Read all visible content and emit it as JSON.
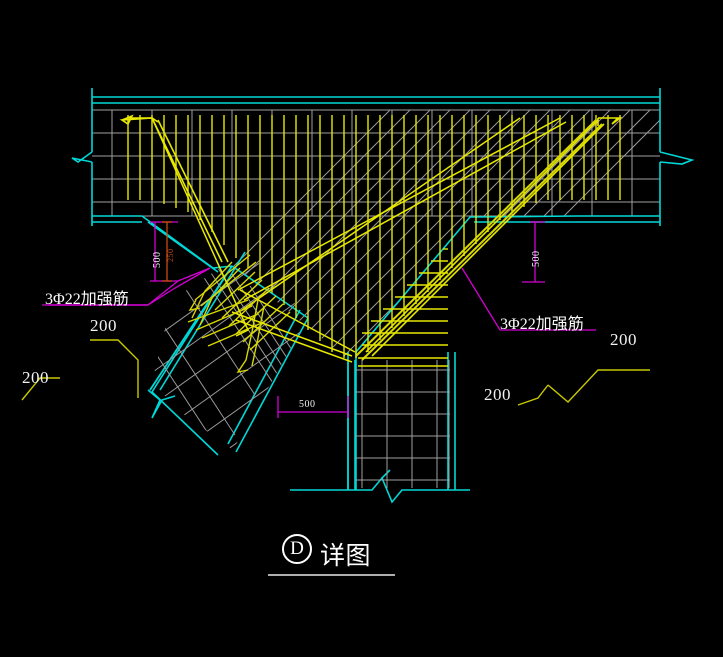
{
  "drawing": {
    "background_color": "#000000",
    "title": "详图",
    "title_bubble_letter": "D",
    "colors": {
      "outline_cyan": "#00d7d7",
      "rebar_yellow": "#e8e800",
      "hatch_gray": "#a0a0a0",
      "dimension_magenta": "#d400d4",
      "dimension_orange": "#c84a10",
      "text_white": "#ffffff"
    }
  },
  "annotations": {
    "rebar_label_left": "3Φ22加强筋",
    "rebar_label_right": "3Φ22加强筋",
    "dim_left_vertical": "500",
    "dim_left_vertical_inner": "250",
    "dim_right_vertical": "500",
    "dim_bottom_horizontal": "500",
    "leader_200_left_outer": "200",
    "leader_200_left_inner": "200",
    "leader_200_right_inner": "200",
    "leader_200_right_outer": "200"
  }
}
